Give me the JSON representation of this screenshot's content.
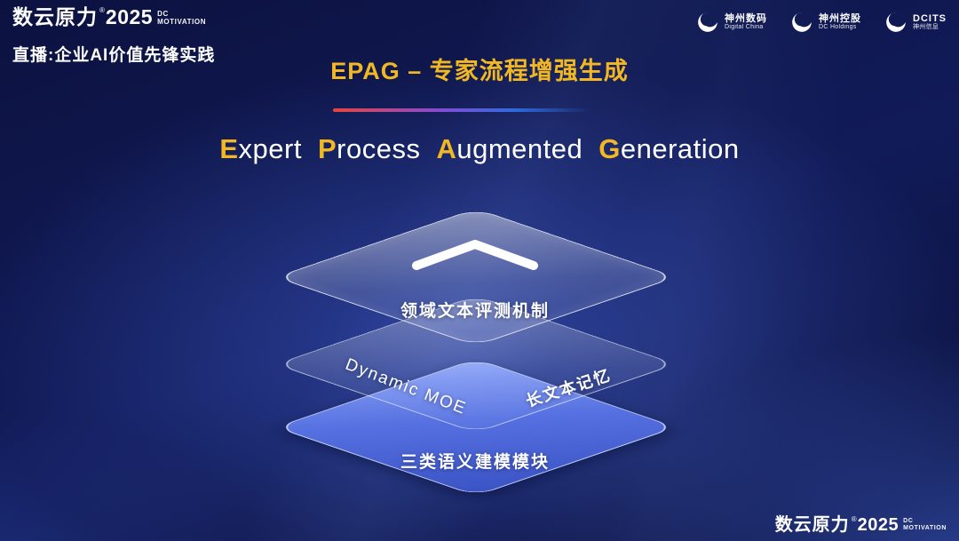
{
  "colors": {
    "gold": "#f2b824",
    "background_deep": "#0a0f35",
    "bottom_layer_blue": "#5570e0",
    "divider_red": "#e8453c",
    "divider_blue": "#2f6be0"
  },
  "header": {
    "brand": {
      "name": "数云原力",
      "reg": "®",
      "year": "2025",
      "dc": "DC",
      "motivation": "MOTIVATION"
    },
    "live_title": "直播:企业AI价值先锋实践",
    "logos": [
      {
        "name": "神州数码",
        "sub": "Digital China"
      },
      {
        "name": "神州控股",
        "sub": "DC Holdings"
      },
      {
        "name": "DCITS",
        "sub": "神州信息"
      }
    ]
  },
  "title": {
    "text": "EPAG – 专家流程增强生成"
  },
  "subtitle": {
    "words": [
      {
        "cap": "E",
        "rest": "xpert"
      },
      {
        "cap": "P",
        "rest": "rocess"
      },
      {
        "cap": "A",
        "rest": "ugmented"
      },
      {
        "cap": "G",
        "rest": "eneration"
      }
    ]
  },
  "diagram": {
    "top_layer_label": "领域文本评测机制",
    "mid_layer_label_left": "Dynamic MOE",
    "mid_layer_label_right": "长文本记忆",
    "bottom_layer_label": "三类语义建模模块"
  },
  "footer": {
    "brand": {
      "name": "数云原力",
      "reg": "®",
      "year": "2025",
      "dc": "DC",
      "motivation": "MOTIVATION"
    }
  }
}
